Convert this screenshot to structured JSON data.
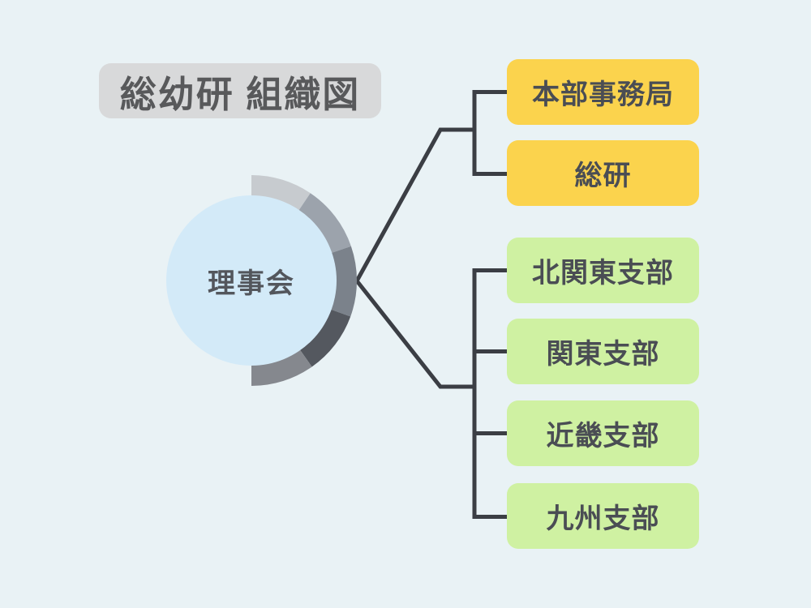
{
  "title": "総幼研 組織図",
  "center": {
    "label": "理事会"
  },
  "boxes": [
    {
      "label": "本部事務局",
      "group": "headquarters"
    },
    {
      "label": "総研",
      "group": "headquarters"
    },
    {
      "label": "北関東支部",
      "group": "branch"
    },
    {
      "label": "関東支部",
      "group": "branch"
    },
    {
      "label": "近畿支部",
      "group": "branch"
    },
    {
      "label": "九州支部",
      "group": "branch"
    }
  ],
  "colors": {
    "background": "#e9f2f5",
    "title_bg": "#d8d9da",
    "title_text": "#58595b",
    "circle_fill": "#d3eaf8",
    "circle_text": "#53565c",
    "headquarters_box": "#fbd34d",
    "branch_box": "#cff1a2",
    "box_text": "#4a4d54",
    "connector_line": "#3b3e44",
    "arc": [
      "#c7cbcf",
      "#9ca3ac",
      "#7b828b",
      "#54585f",
      "#85888e"
    ]
  }
}
